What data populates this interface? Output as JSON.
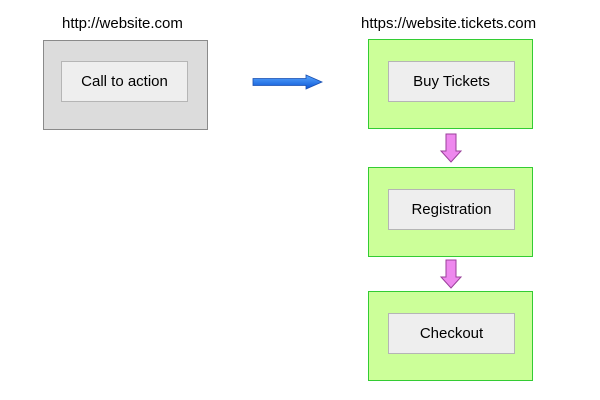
{
  "source": {
    "url_label": "http://website.com",
    "button_label": "Call to action"
  },
  "destination": {
    "url_label": "https://website.tickets.com",
    "steps": [
      {
        "label": "Buy Tickets"
      },
      {
        "label": "Registration"
      },
      {
        "label": "Checkout"
      }
    ]
  },
  "colors": {
    "source_box_fill": "#dcdcdc",
    "step_box_fill": "#ccff99",
    "step_box_border": "#33cc33",
    "horizontal_arrow": "#1a6fe8",
    "vertical_arrow": "#ee88ee"
  },
  "icons": {
    "horizontal_arrow": "arrow-right-icon",
    "vertical_arrow": "arrow-down-icon"
  }
}
